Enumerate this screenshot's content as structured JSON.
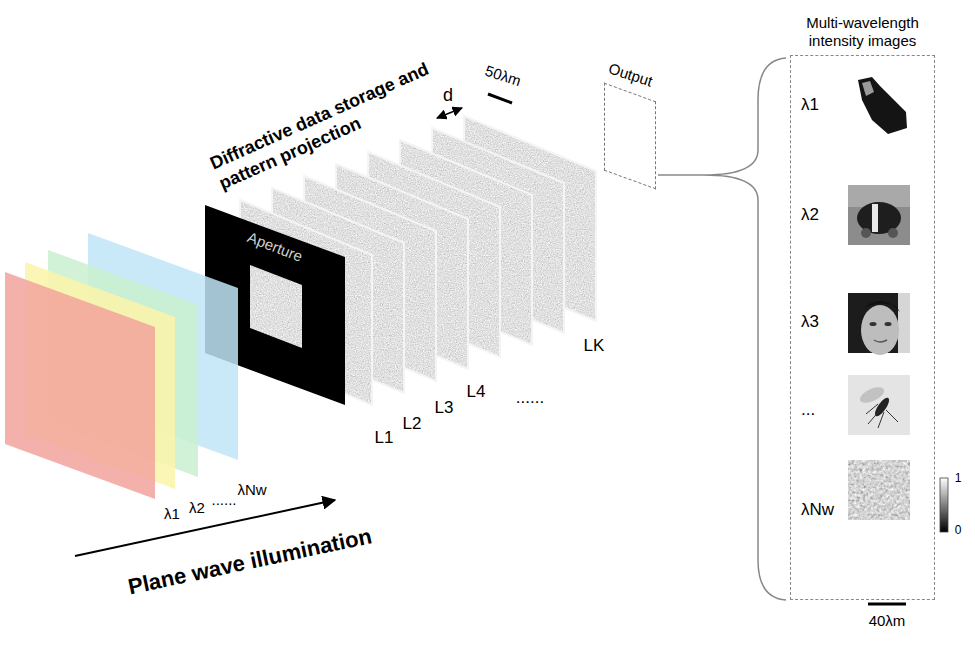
{
  "diagram": {
    "nodes": [
      {
        "text": [
          "Output"
        ]
      },
      {
        "text": [
          "Multi-wavelength intensity images",
          "λ1",
          "λ2",
          "λ3",
          "...",
          "λNw"
        ]
      }
    ],
    "labels": [
      "Diffractive data storage and pattern projection",
      "d",
      "50λm",
      "Aperture",
      "L1",
      "L2",
      "L3",
      "L4",
      "......",
      "LK",
      "λ1",
      "λ2",
      "......",
      "λNw",
      "Plane wave illumination",
      "1",
      "0",
      "40λm"
    ]
  }
}
